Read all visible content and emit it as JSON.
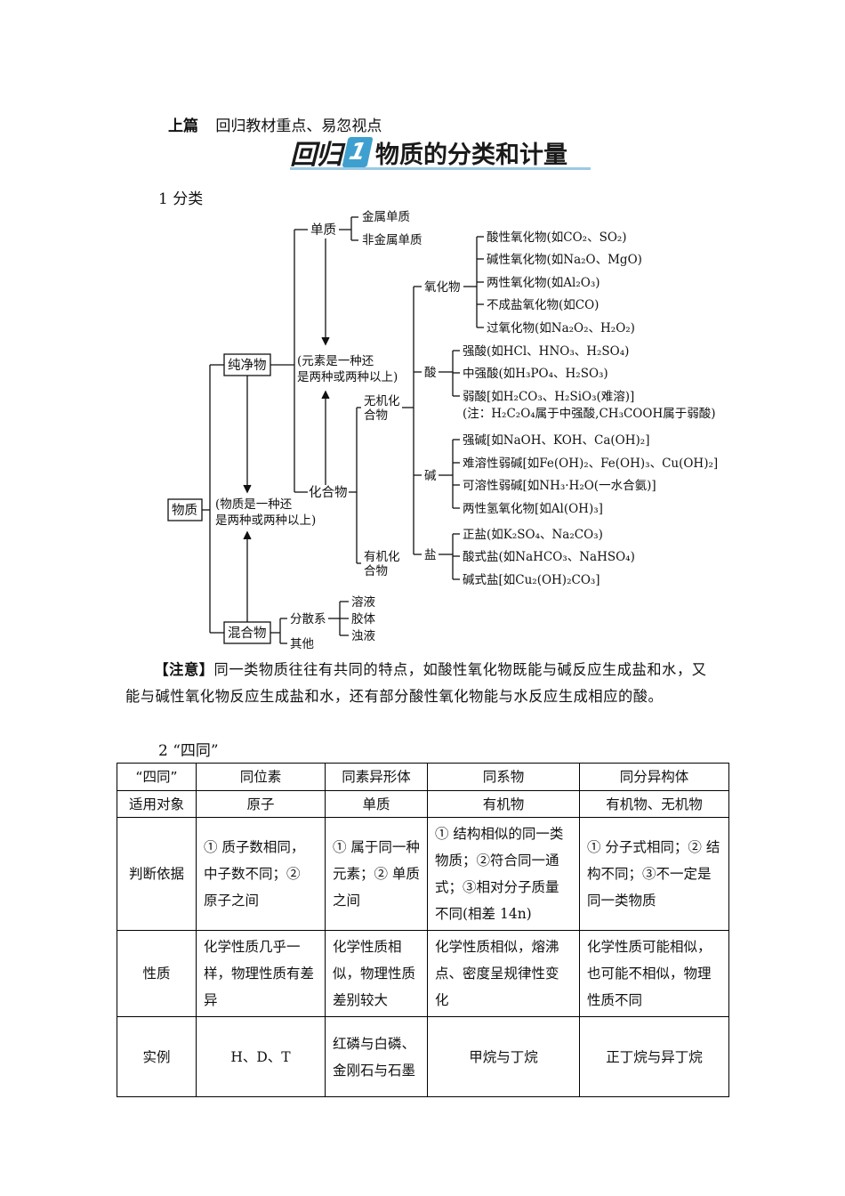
{
  "header": {
    "part": "上篇",
    "subtitle": "回归教材重点、易忽视点"
  },
  "banner": {
    "prefix": "回归",
    "number": "1",
    "title": "物质的分类和计量"
  },
  "section1": {
    "heading": "1 分类"
  },
  "tree": {
    "root": "物质",
    "root_note_1": "(物质是一种还",
    "root_note_2": "是两种或两种以上)",
    "pure": "纯净物",
    "pure_note_1": "(元素是一种还",
    "pure_note_2": "是两种或两种以上)",
    "element": "单质",
    "element_children": [
      "金属单质",
      "非金属单质"
    ],
    "compound": "化合物",
    "inorganic_1": "无机化",
    "inorganic_2": "合物",
    "organic_1": "有机化",
    "organic_2": "合物",
    "oxide": "氧化物",
    "oxides": [
      "酸性氧化物(如CO₂、SO₂)",
      "碱性氧化物(如Na₂O、MgO)",
      "两性氧化物(如Al₂O₃)",
      "不成盐氧化物(如CO)",
      "过氧化物(如Na₂O₂、H₂O₂)"
    ],
    "acid": "酸",
    "acids": [
      "强酸(如HCl、HNO₃、H₂SO₄)",
      "中强酸(如H₃PO₄、H₂SO₃)",
      "弱酸[如H₂CO₃、H₂SiO₃(难溶)]"
    ],
    "acid_note": "(注：H₂C₂O₄属于中强酸,CH₃COOH属于弱酸)",
    "base": "碱",
    "bases": [
      "强碱[如NaOH、KOH、Ca(OH)₂]",
      "难溶性弱碱[如Fe(OH)₂、Fe(OH)₃、Cu(OH)₂]",
      "可溶性弱碱[如NH₃·H₂O(一水合氨)]",
      "两性氢氧化物[如Al(OH)₃]"
    ],
    "salt": "盐",
    "salts": [
      "正盐(如K₂SO₄、Na₂CO₃)",
      "酸式盐(如NaHCO₃、NaHSO₄)",
      "碱式盐[如Cu₂(OH)₂CO₃]"
    ],
    "mixture": "混合物",
    "dispersion": "分散系",
    "dispersions": [
      "溶液",
      "胶体",
      "浊液"
    ],
    "other": "其他"
  },
  "note": {
    "tag": "【注意】",
    "text": "同一类物质往往有共同的特点，如酸性氧化物既能与碱反应生成盐和水，又能与碱性氧化物反应生成盐和水，还有部分酸性氧化物能与水反应生成相应的酸。"
  },
  "section2": {
    "heading": "2 “四同”"
  },
  "table": {
    "headers": [
      "“四同”",
      "同位素",
      "同素异形体",
      "同系物",
      "同分异构体"
    ],
    "rows": [
      [
        "适用对象",
        "原子",
        "单质",
        "有机物",
        "有机物、无机物"
      ],
      [
        "判断依据",
        "① 质子数相同，中子数不同；② 原子之间",
        "① 属于同一种元素；② 单质之间",
        "① 结构相似的同一类物质；②符合同一通式；③相对分子质量不同(相差 14n)",
        "① 分子式相同；② 结构不同；③不一定是同一类物质"
      ],
      [
        "性质",
        "化学性质几乎一样，物理性质有差异",
        "化学性质相似，物理性质差别较大",
        "化学性质相似，熔沸点、密度呈规律性变化",
        "化学性质可能相似，也可能不相似，物理性质不同"
      ],
      [
        "实例",
        "H、D、T",
        "红磷与白磷、金刚石与石墨",
        "甲烷与丁烷",
        "正丁烷与异丁烷"
      ]
    ]
  }
}
